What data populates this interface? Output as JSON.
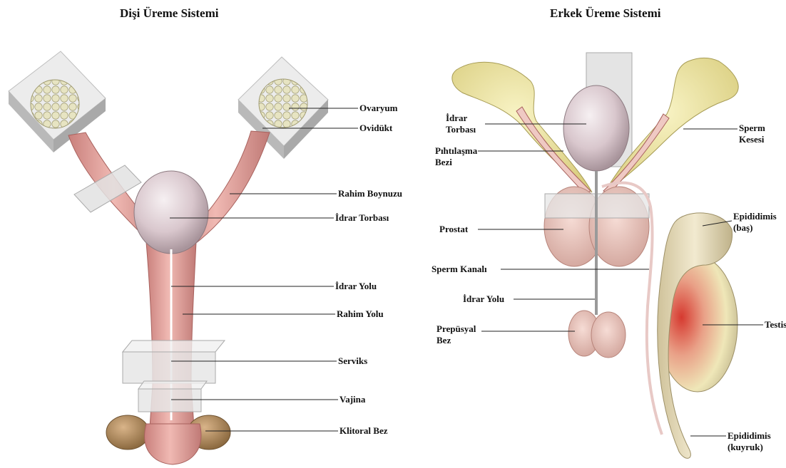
{
  "female": {
    "title": "Dişi Üreme Sistemi",
    "labels": {
      "ovaryum": "Ovaryum",
      "ovidukt": "Ovidükt",
      "rahim_boynuzu": "Rahim Boynuzu",
      "idrar_torbasi": "İdrar Torbası",
      "idrar_yolu": "İdrar Yolu",
      "rahim_yolu": "Rahim Yolu",
      "serviks": "Serviks",
      "vajina": "Vajina",
      "klitoral_bez": "Klitoral Bez"
    }
  },
  "male": {
    "title": "Erkek Üreme Sistemi",
    "labels": {
      "idrar_torbasi_1": "İdrar",
      "idrar_torbasi_2": "Torbası",
      "pihtilasma_1": "Pıhtılaşma",
      "pihtilasma_2": "Bezi",
      "sperm_kesesi_1": "Sperm",
      "sperm_kesesi_2": "Kesesi",
      "prostat": "Prostat",
      "sperm_kanali": "Sperm Kanalı",
      "idrar_yolu": "İdrar Yolu",
      "prepusyal_1": "Prepüsyal",
      "prepusyal_2": "Bez",
      "epididimis_bas_1": "Epididimis",
      "epididimis_bas_2": "(baş)",
      "testis": "Testis",
      "epididimis_kuyruk_1": "Epididimis",
      "epididimis_kuyruk_2": "(kuyruk)"
    }
  },
  "colors": {
    "tissue_pink": "#e3a39f",
    "bladder": "#d6c6cc",
    "gland_yellow": "#ece49c",
    "clitoral_brown": "#b08a5a",
    "ovary_cream": "#e8e6c6",
    "block_glass": "#dcdcdc",
    "testis_red": "#d84a3c",
    "leader_line": "#222222"
  }
}
